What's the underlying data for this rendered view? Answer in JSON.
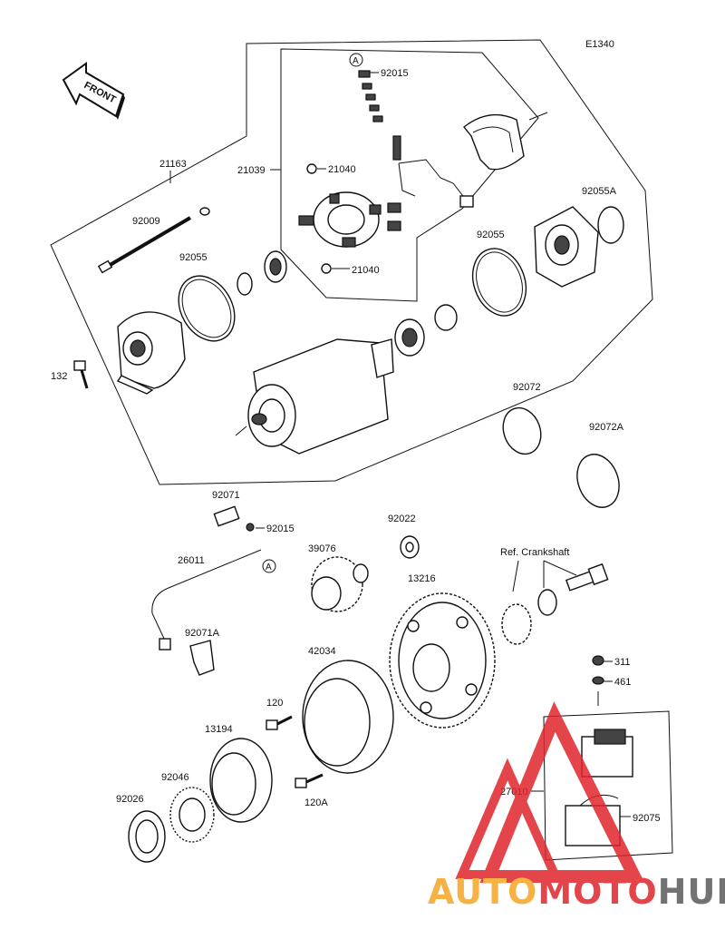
{
  "diagram": {
    "code": "E1340",
    "front_label": "FRONT",
    "ref_label": "Ref. Crankshaft",
    "callout_a": "A",
    "part_labels": {
      "p21163": "21163",
      "p92009": "92009",
      "p92055_left": "92055",
      "p132": "132",
      "p21039": "21039",
      "p92015_top": "92015",
      "p21040_top": "21040",
      "p21040_bot": "21040",
      "p92055_right": "92055",
      "p92055A": "92055A",
      "p92072": "92072",
      "p92072A": "92072A",
      "p92071": "92071",
      "p92015_mid": "92015",
      "p26011": "26011",
      "p92071A": "92071A",
      "p39076": "39076",
      "p92022": "92022",
      "p13216": "13216",
      "p311": "311",
      "p461": "461",
      "p42034": "42034",
      "p120": "120",
      "p120A": "120A",
      "p13194": "13194",
      "p92046": "92046",
      "p92026": "92026",
      "p27010": "27010",
      "p92075": "92075"
    }
  },
  "watermark": {
    "part1": "AUTO",
    "part2": "MOTO",
    "part3": "HUB",
    "color_orange": "#f5a623",
    "color_red": "#e0252b",
    "color_gray": "#5a5a5a"
  }
}
